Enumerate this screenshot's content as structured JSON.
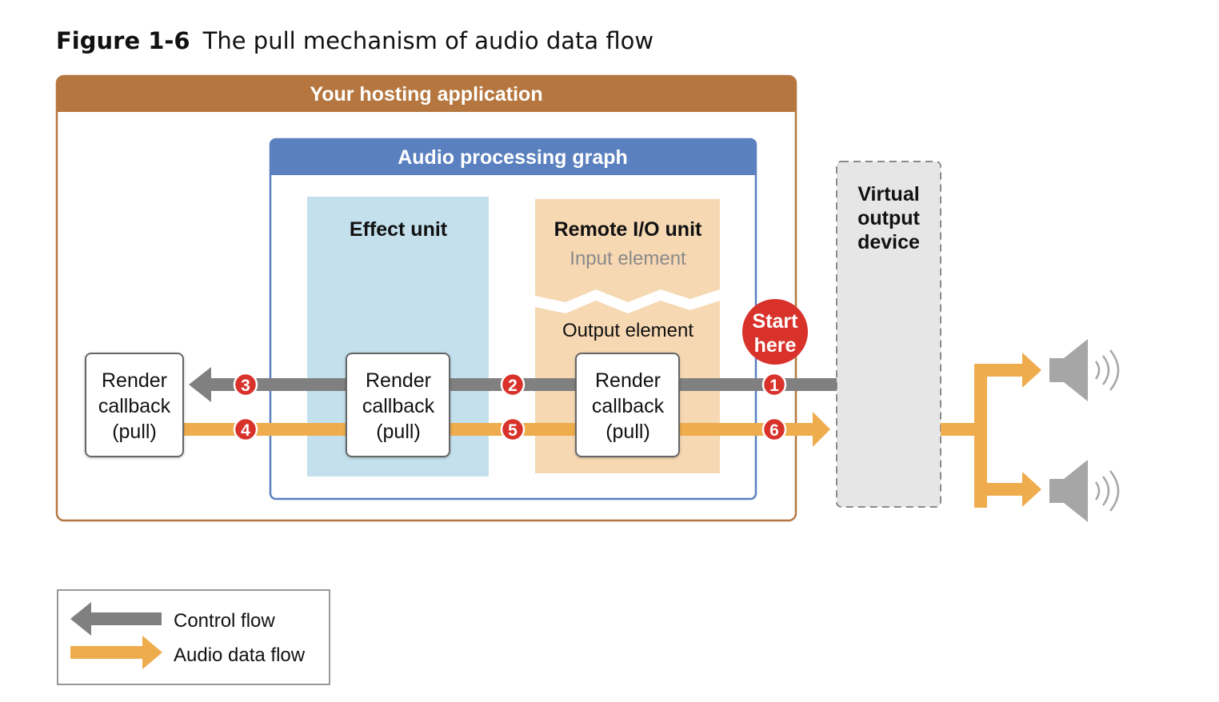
{
  "figure": {
    "number": "Figure 1-6",
    "title": "The pull mechanism of audio data flow"
  },
  "host_app": {
    "label": "Your hosting application"
  },
  "graph": {
    "label": "Audio processing graph"
  },
  "effect_unit": {
    "label": "Effect unit"
  },
  "remote_io": {
    "label": "Remote I/O unit",
    "input_element": "Input element",
    "output_element": "Output element"
  },
  "virtual_device": {
    "line1": "Virtual",
    "line2": "output",
    "line3": "device"
  },
  "start_badge": {
    "line1": "Start",
    "line2": "here"
  },
  "render_callback": {
    "line1": "Render",
    "line2": "callback",
    "line3": "(pull)"
  },
  "steps": [
    "1",
    "2",
    "3",
    "4",
    "5",
    "6"
  ],
  "legend": {
    "control_flow": "Control flow",
    "audio_data_flow": "Audio data flow"
  },
  "colors": {
    "host_header": "#b5773f",
    "graph_header": "#5a80bf",
    "effect_fill": "#c3e0ec",
    "remote_fill": "#f6d8b3",
    "control_arrow": "#808080",
    "audio_arrow": "#eeac4d",
    "badge_red": "#d8322b",
    "device_fill": "#e6e6e6"
  }
}
